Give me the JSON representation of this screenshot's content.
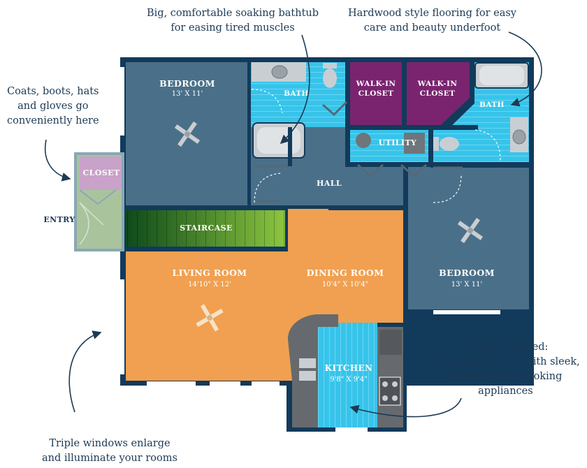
{
  "rooms": {
    "bedroom_left": {
      "name": "BEDROOM",
      "size": "13' X 11'"
    },
    "bath_left": {
      "name": "BATH"
    },
    "walkin_closet_1": {
      "name": [
        "WALK-IN",
        "CLOSET"
      ]
    },
    "walkin_closet_2": {
      "name": [
        "WALK-IN",
        "CLOSET"
      ]
    },
    "bath_right": {
      "name": "BATH"
    },
    "utility": {
      "name": "UTILITY"
    },
    "hall": {
      "name": "HALL"
    },
    "closet": {
      "name": "CLOSET"
    },
    "entry": {
      "name": "ENTRY"
    },
    "staircase": {
      "name": "STAIRCASE"
    },
    "living_room": {
      "name": "LIVING ROOM",
      "size": "14'10\" X 12'"
    },
    "dining_room": {
      "name": "DINING ROOM",
      "size": "10'4\" X 10'4\""
    },
    "bedroom_right": {
      "name": "BEDROOM",
      "size": "13' X 11'"
    },
    "kitchen": {
      "name": "KITCHEN",
      "size": "9'8\" X 9'4\""
    }
  },
  "callouts": {
    "bathtub": [
      "Big, comfortable soaking bathtub",
      "for easing tired muscles"
    ],
    "flooring": [
      "Hardwood style flooring for easy",
      "care and beauty underfoot"
    ],
    "closet": [
      "Coats, boots, hats",
      "and gloves go",
      "conveniently here"
    ],
    "kitchen": [
      "U-turns allowed:",
      "U-shaped kitchen with sleek,",
      "contemporary-looking",
      "appliances"
    ],
    "windows": [
      "Triple windows enlarge",
      "and illuminate your rooms"
    ]
  },
  "colors": {
    "wall": "#123a5b",
    "bedroom": "#4a7089",
    "bath": "#37c4ea",
    "closet_walkin": "#7a2470",
    "living": "#f0a050",
    "closet_entry": "#c9a2c9",
    "entry": "#a9c39d",
    "stair_start": "#0d4a1a",
    "stair_end": "#8cc63f",
    "fixture": "#c9ced3",
    "counter": "#666a6e"
  }
}
